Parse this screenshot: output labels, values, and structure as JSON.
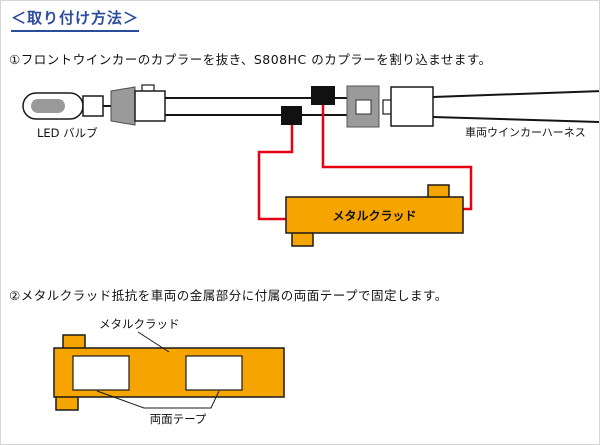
{
  "title": "＜取り付け方法＞",
  "steps": {
    "step1": "①フロントウインカーのカプラーを抜き、S808HC のカプラーを割り込ませます。",
    "step2": "②メタルクラッド抵抗を車両の金属部分に付属の両面テープで固定します。"
  },
  "diagram1": {
    "led_bulb_label": "LED バルブ",
    "harness_label": "車両ウインカーハーネス",
    "resistor_label": "メタルクラッド"
  },
  "diagram2": {
    "resistor_label": "メタルクラッド",
    "tape_label": "両面テープ"
  },
  "colors": {
    "title_blue": "#2b4b9b",
    "resistor_orange": "#f6a500",
    "wire_red": "#e60012",
    "connector_gray": "#9a9a9a",
    "wire_black": "#141414"
  }
}
